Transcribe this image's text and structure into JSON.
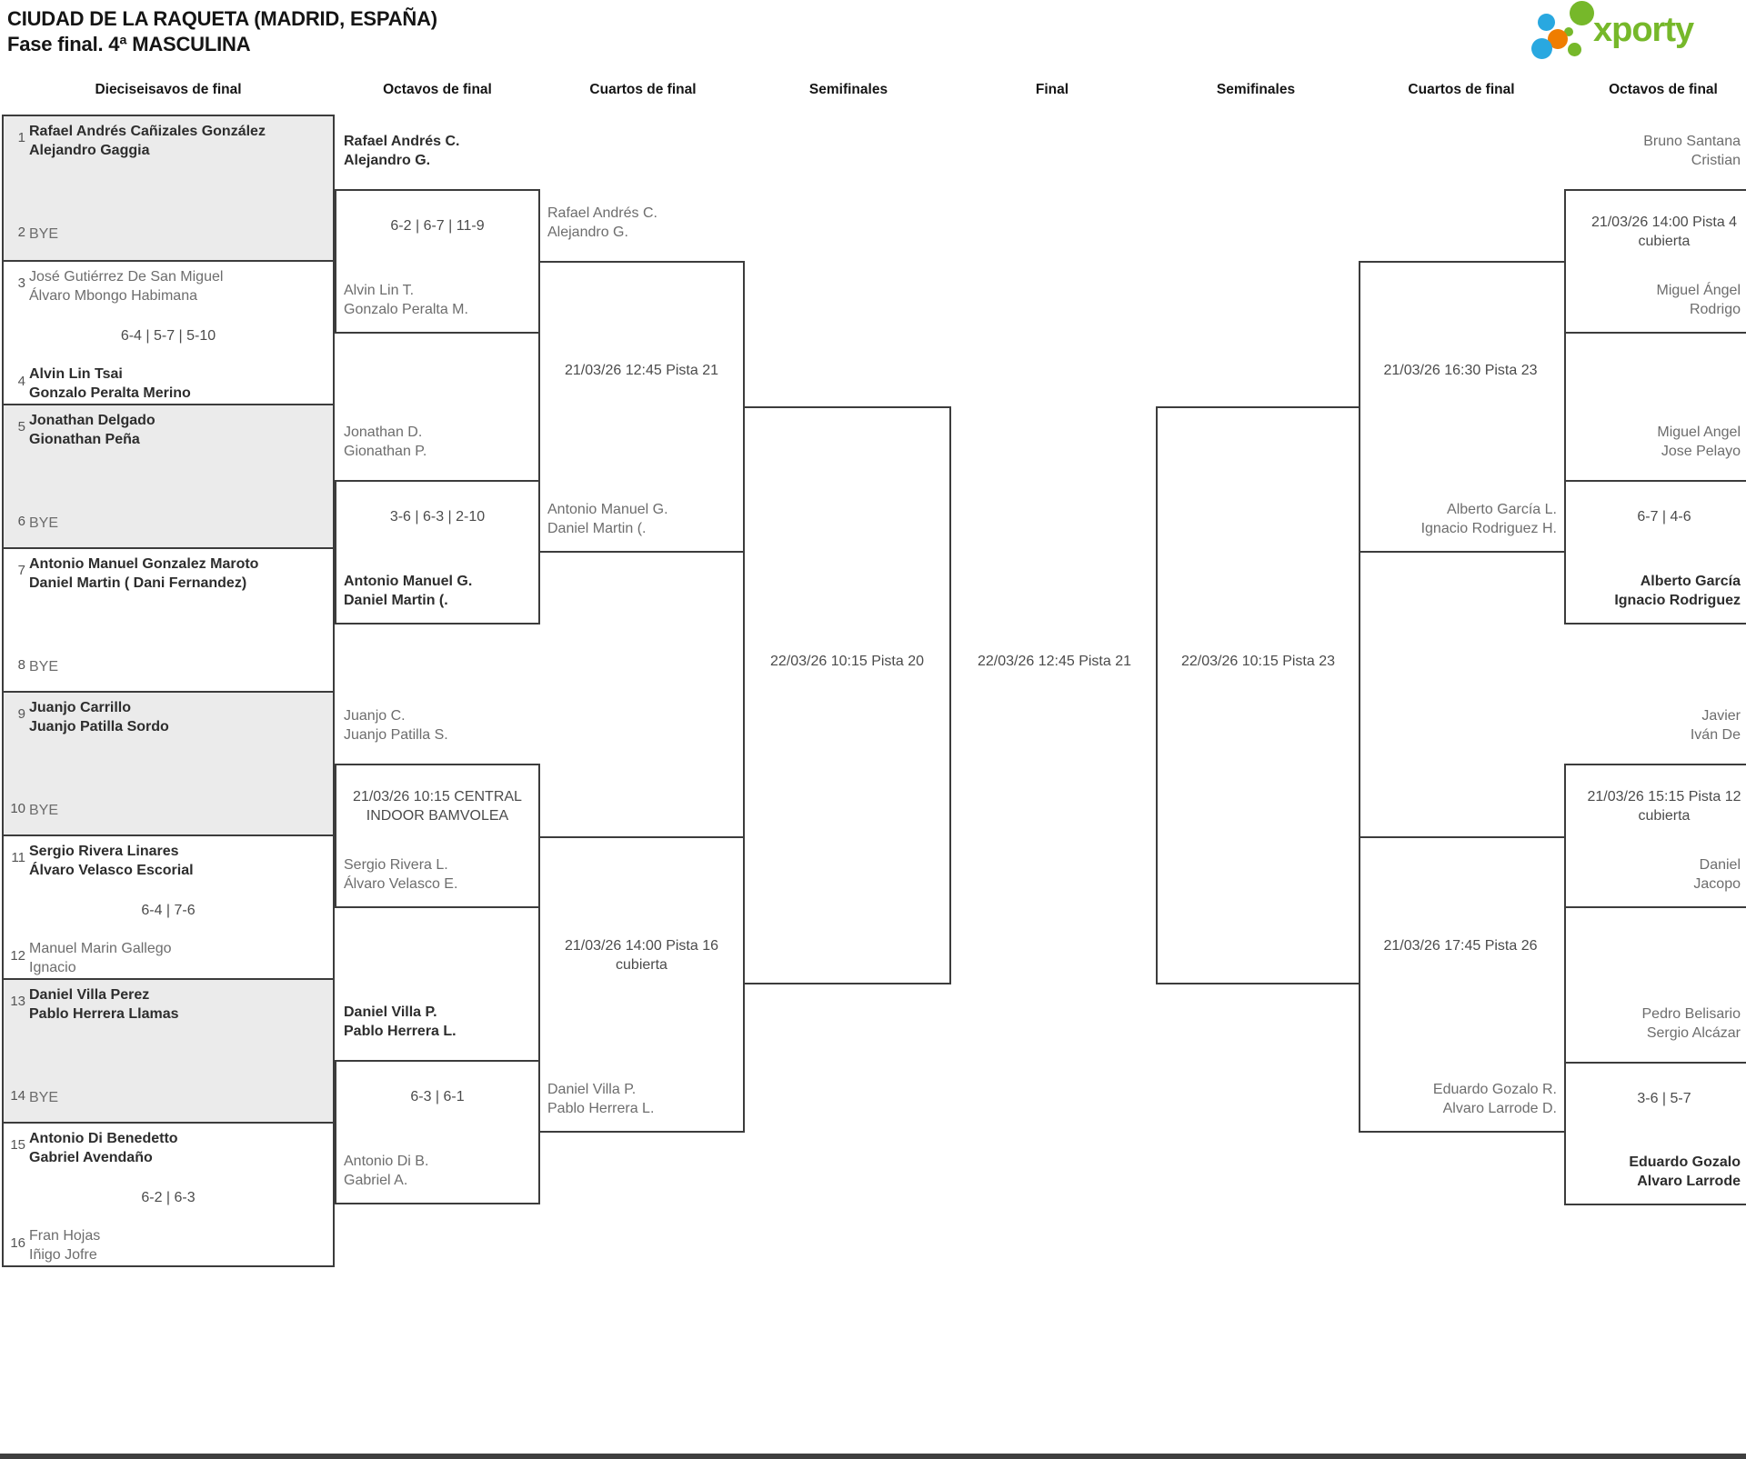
{
  "header": {
    "title_line1": "CIUDAD DE LA RAQUETA (MADRID, ESPAÑA)",
    "title_line2": "Fase final. 4ª MASCULINA",
    "logo_text": "xporty"
  },
  "colors": {
    "logo_green": "#76b82a",
    "logo_blue": "#29a8e0",
    "logo_orange": "#ef7d00",
    "box_fill_gray": "#ebebeb",
    "border": "#3c3c3c"
  },
  "columns": {
    "c1": "Dieciseisavos de final",
    "c2": "Octavos de final",
    "c3": "Cuartos de final",
    "c4": "Semifinales",
    "c5": "Final",
    "c6": "Semifinales",
    "c7": "Cuartos de final",
    "c8": "Octavos de final"
  },
  "r16": [
    {
      "seed1": "1",
      "team1": "Rafael Andrés Cañizales González\nAlejandro Gaggia",
      "score": "",
      "seed2": "2",
      "team2": "BYE"
    },
    {
      "seed1": "3",
      "team1": "José Gutiérrez De San Miguel\nÁlvaro Mbongo Habimana",
      "score": "6-4 | 5-7 | 5-10",
      "seed2": "4",
      "team2": "Alvin Lin Tsai\nGonzalo Peralta Merino"
    },
    {
      "seed1": "5",
      "team1": "Jonathan Delgado\nGionathan Peña",
      "score": "",
      "seed2": "6",
      "team2": "BYE"
    },
    {
      "seed1": "7",
      "team1": "Antonio Manuel Gonzalez Maroto\nDaniel Martin ( Dani Fernandez)",
      "score": "",
      "seed2": "8",
      "team2": "BYE"
    },
    {
      "seed1": "9",
      "team1": "Juanjo Carrillo\nJuanjo Patilla Sordo",
      "score": "",
      "seed2": "10",
      "team2": "BYE"
    },
    {
      "seed1": "11",
      "team1": "Sergio Rivera Linares\nÁlvaro Velasco Escorial",
      "score": "6-4 | 7-6",
      "seed2": "12",
      "team2": "Manuel Marin Gallego\nIgnacio"
    },
    {
      "seed1": "13",
      "team1": "Daniel Villa Perez\nPablo Herrera Llamas",
      "score": "",
      "seed2": "14",
      "team2": "BYE"
    },
    {
      "seed1": "15",
      "team1": "Antonio Di Benedetto\nGabriel Avendaño",
      "score": "6-2 | 6-3",
      "seed2": "16",
      "team2": "Fran Hojas\nIñigo Jofre"
    }
  ],
  "octavos_left": [
    {
      "top": "Rafael Andrés C.\nAlejandro G.",
      "mid": "6-2 | 6-7 | 11-9",
      "bottom": "Alvin Lin T.\nGonzalo Peralta M."
    },
    {
      "top": "Jonathan D.\nGionathan P.",
      "mid": "3-6 | 6-3 | 2-10",
      "bottom": "Antonio Manuel G.\nDaniel Martin (."
    },
    {
      "top": "Juanjo C.\nJuanjo Patilla S.",
      "mid": "21/03/26 10:15 CENTRAL\nINDOOR BAMVOLEA",
      "bottom": "Sergio Rivera L.\nÁlvaro Velasco E."
    },
    {
      "top": "Daniel Villa P.\nPablo Herrera L.",
      "mid": "6-3 | 6-1",
      "bottom": "Antonio Di B.\nGabriel A."
    }
  ],
  "cuartos_left": [
    {
      "top": "Rafael Andrés C.\nAlejandro G.",
      "mid": "21/03/26 12:45 Pista 21",
      "bottom": "Antonio Manuel G.\nDaniel Martin (."
    },
    {
      "top": "",
      "mid": "21/03/26 14:00 Pista 16\ncubierta",
      "bottom": "Daniel Villa P.\nPablo Herrera L."
    }
  ],
  "semifinal_left": "22/03/26 10:15 Pista 20",
  "final": "22/03/26 12:45 Pista 21",
  "semifinal_right": "22/03/26 10:15 Pista 23",
  "cuartos_right": [
    {
      "mid": "21/03/26 16:30 Pista 23",
      "bottom": "Alberto García L.\nIgnacio Rodriguez H."
    },
    {
      "mid": "21/03/26 17:45 Pista 26",
      "bottom": "Eduardo Gozalo R.\nAlvaro Larrode D."
    }
  ],
  "octavos_right": [
    {
      "top": "Bruno Santana\nCristian",
      "mid": "21/03/26 14:00 Pista 4\ncubierta",
      "bottom": "Miguel Ángel\nRodrigo"
    },
    {
      "top": "Miguel Angel\nJose Pelayo",
      "mid": "6-7 | 4-6",
      "bottom": "Alberto García\nIgnacio Rodriguez"
    },
    {
      "top": "Javier\nIván De",
      "mid": "21/03/26 15:15 Pista 12\ncubierta",
      "bottom": "Daniel\nJacopo"
    },
    {
      "top": "Pedro Belisario\nSergio Alcázar",
      "mid": "3-6 | 5-7",
      "bottom": "Eduardo Gozalo\nAlvaro Larrode"
    }
  ]
}
